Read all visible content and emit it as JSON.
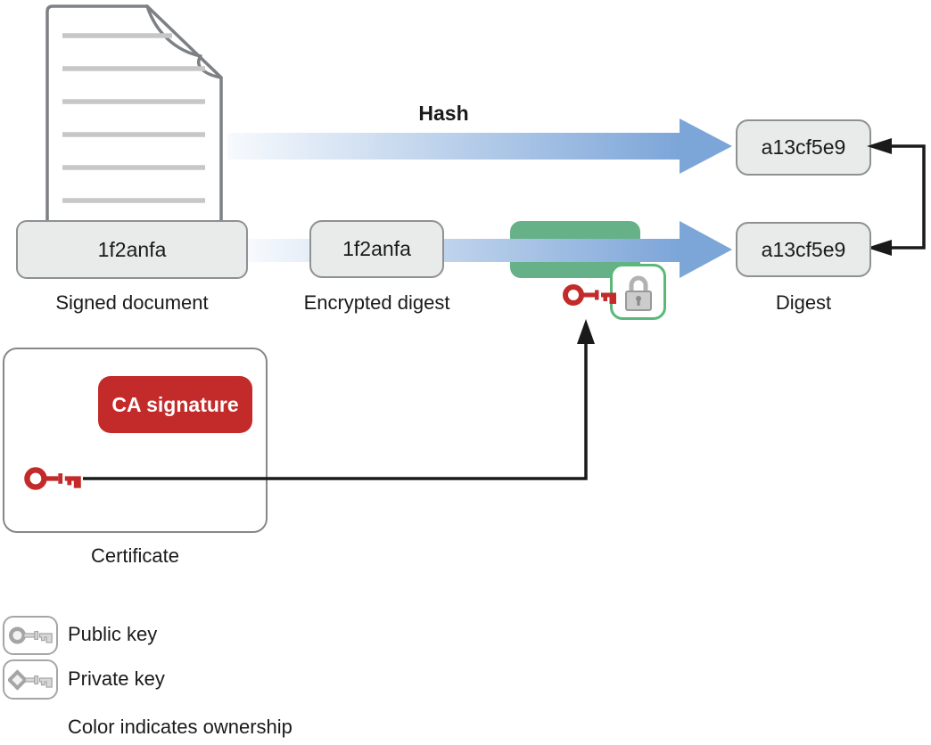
{
  "labels": {
    "hash": "Hash",
    "signed_document": "Signed document",
    "encrypted_digest": "Encrypted digest",
    "digest": "Digest",
    "certificate": "Certificate"
  },
  "values": {
    "signed_document_digest": "1f2anfa",
    "encrypted_digest": "1f2anfa",
    "hash_result_digest": "a13cf5e9",
    "decrypted_digest": "a13cf5e9"
  },
  "certificate": {
    "ca_signature": "CA signature"
  },
  "legend": {
    "public_key": "Public key",
    "private_key": "Private key",
    "note": "Color indicates ownership"
  },
  "icons": {
    "document": "document-icon",
    "public_key": "public-key-icon",
    "private_key": "private-key-icon",
    "padlock": "padlock-icon",
    "hash_arrow": "hash-flow-arrow",
    "verify_arrow": "verify-flow-arrow",
    "compare_bracket": "compare-bracket-arrow",
    "key_pointer": "key-to-lock-arrow"
  },
  "colors": {
    "arrow_blue": "#7ca5d8",
    "arrow_blue_light": "#f7fafd",
    "decrypt_box_green": "#67b189",
    "lock_badge_border": "#5bb878",
    "ca_red": "#c32b2b",
    "box_fill": "#e9eaea",
    "box_border": "#8e9193",
    "key_gray": "#a5a5a7",
    "connector_black": "#1a1a1a"
  }
}
